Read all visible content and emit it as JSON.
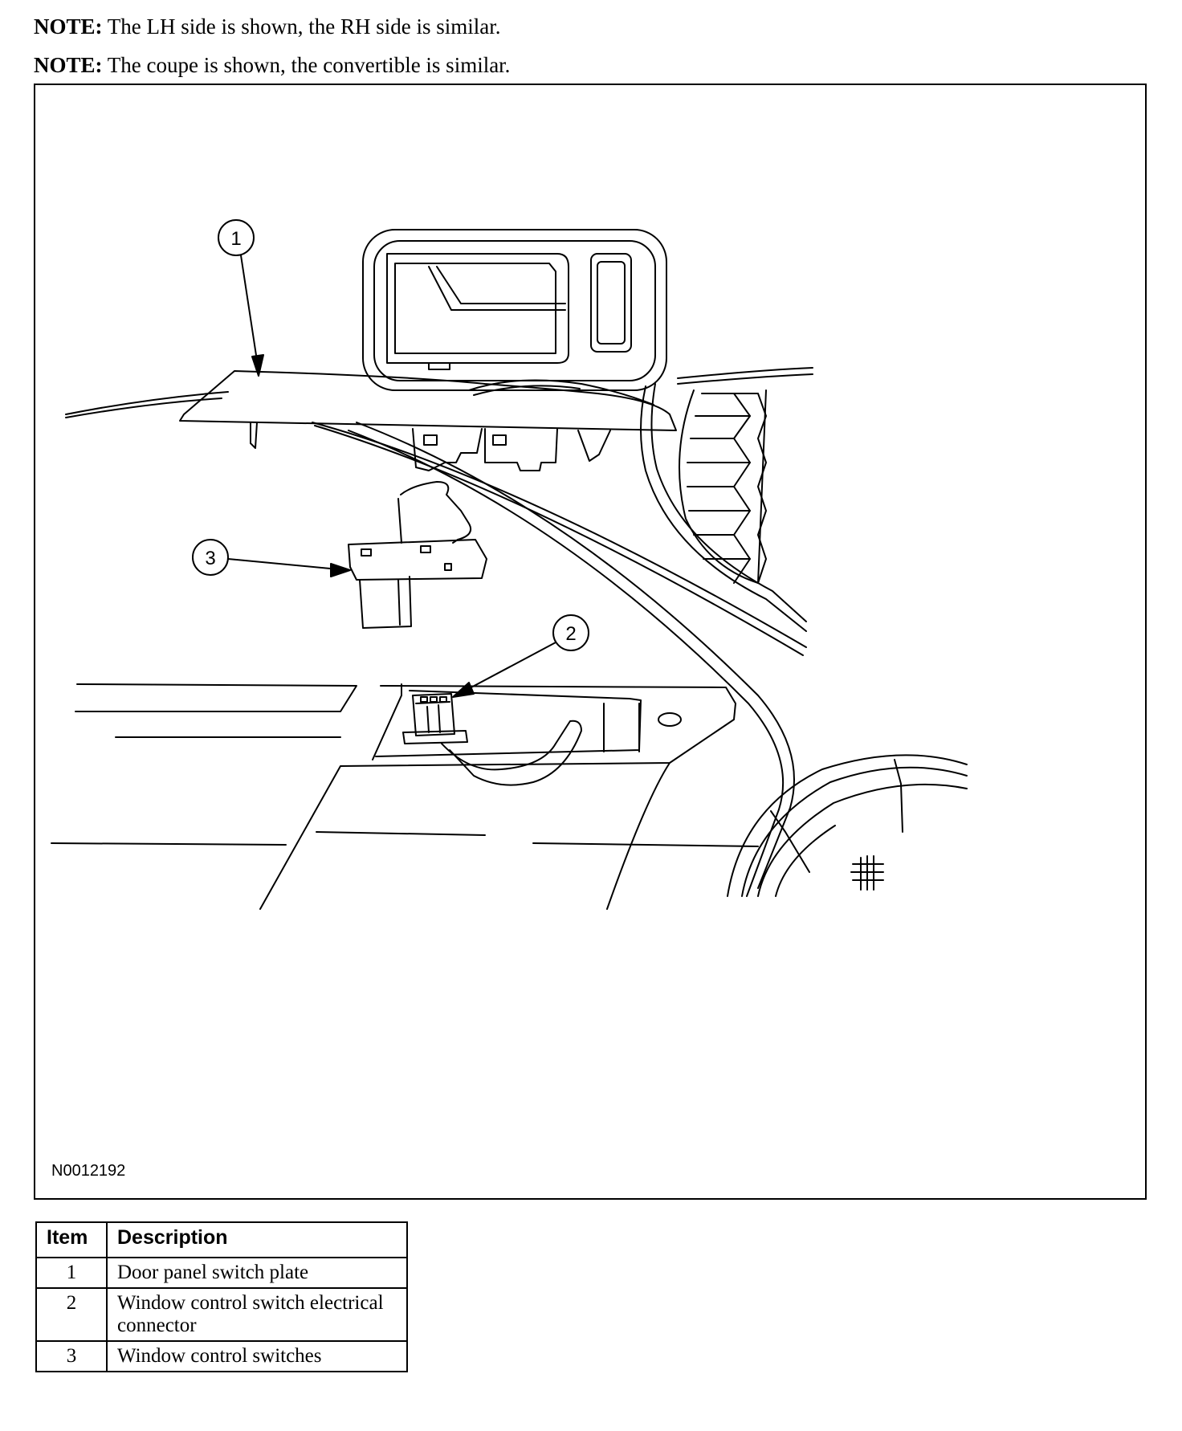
{
  "notes": [
    {
      "label": "NOTE:",
      "text": "The LH side is shown, the RH side is similar."
    },
    {
      "label": "NOTE:",
      "text": "The coupe is shown, the convertible is similar."
    }
  ],
  "figure": {
    "id": "N0012192",
    "callouts": [
      "1",
      "2",
      "3"
    ]
  },
  "legend": {
    "headers": [
      "Item",
      "Description"
    ],
    "rows": [
      {
        "item": "1",
        "description": "Door panel switch plate"
      },
      {
        "item": "2",
        "description": "Window control switch electrical connector"
      },
      {
        "item": "3",
        "description": "Window control switches"
      }
    ]
  }
}
